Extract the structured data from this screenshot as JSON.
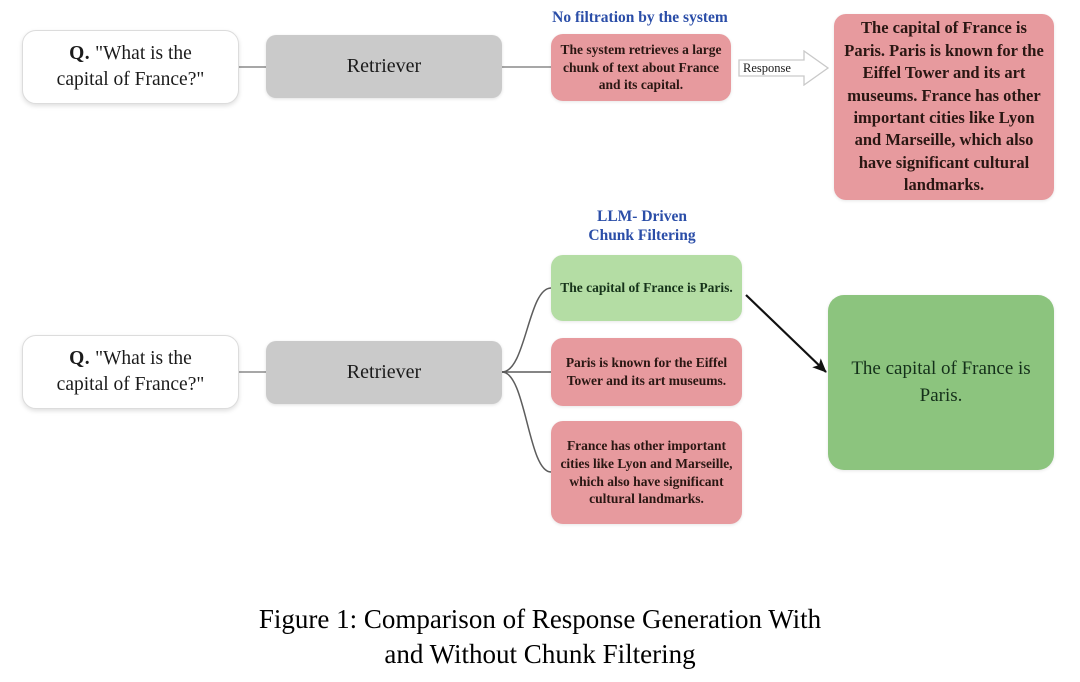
{
  "figure": {
    "caption": "Figure 1: Comparison of Response Generation With\nand Without Chunk Filtering"
  },
  "colors": {
    "pink": "#e79a9e",
    "green_light": "#b4dda4",
    "green_dark": "#8cc47e",
    "gray": "#cacaca",
    "blue_label": "#2b4ea8",
    "wire": "#6e6e6e",
    "arrow": "#111111"
  },
  "row_top": {
    "annotation": "No filtration by the system",
    "question": {
      "prefix": "Q.",
      "text": "\"What is the\ncapital of France?\""
    },
    "retriever": {
      "label": "Retriever"
    },
    "chunk": {
      "text": "The system retrieves a large chunk of text about France and its capital."
    },
    "connector": {
      "label": "Response"
    },
    "answer": {
      "text": "The capital of France is Paris. Paris is known for the Eiffel Tower and its art museums. France has other important cities like Lyon and Marseille, which also have significant cultural landmarks."
    }
  },
  "row_bottom": {
    "annotation": "LLM- Driven\nChunk Filtering",
    "question": {
      "prefix": "Q.",
      "text": "\"What is the\ncapital of France?\""
    },
    "retriever": {
      "label": "Retriever"
    },
    "chunks": [
      {
        "text": "The capital of France is Paris.",
        "state": "kept",
        "color": "#b4dda4"
      },
      {
        "text": "Paris is known for the Eiffel Tower and its art museums.",
        "state": "filtered",
        "color": "#e79a9e"
      },
      {
        "text": "France has other important cities like Lyon and Marseille, which also have significant cultural landmarks.",
        "state": "filtered",
        "color": "#e79a9e"
      }
    ],
    "answer": {
      "text": "The capital of France is Paris."
    }
  }
}
